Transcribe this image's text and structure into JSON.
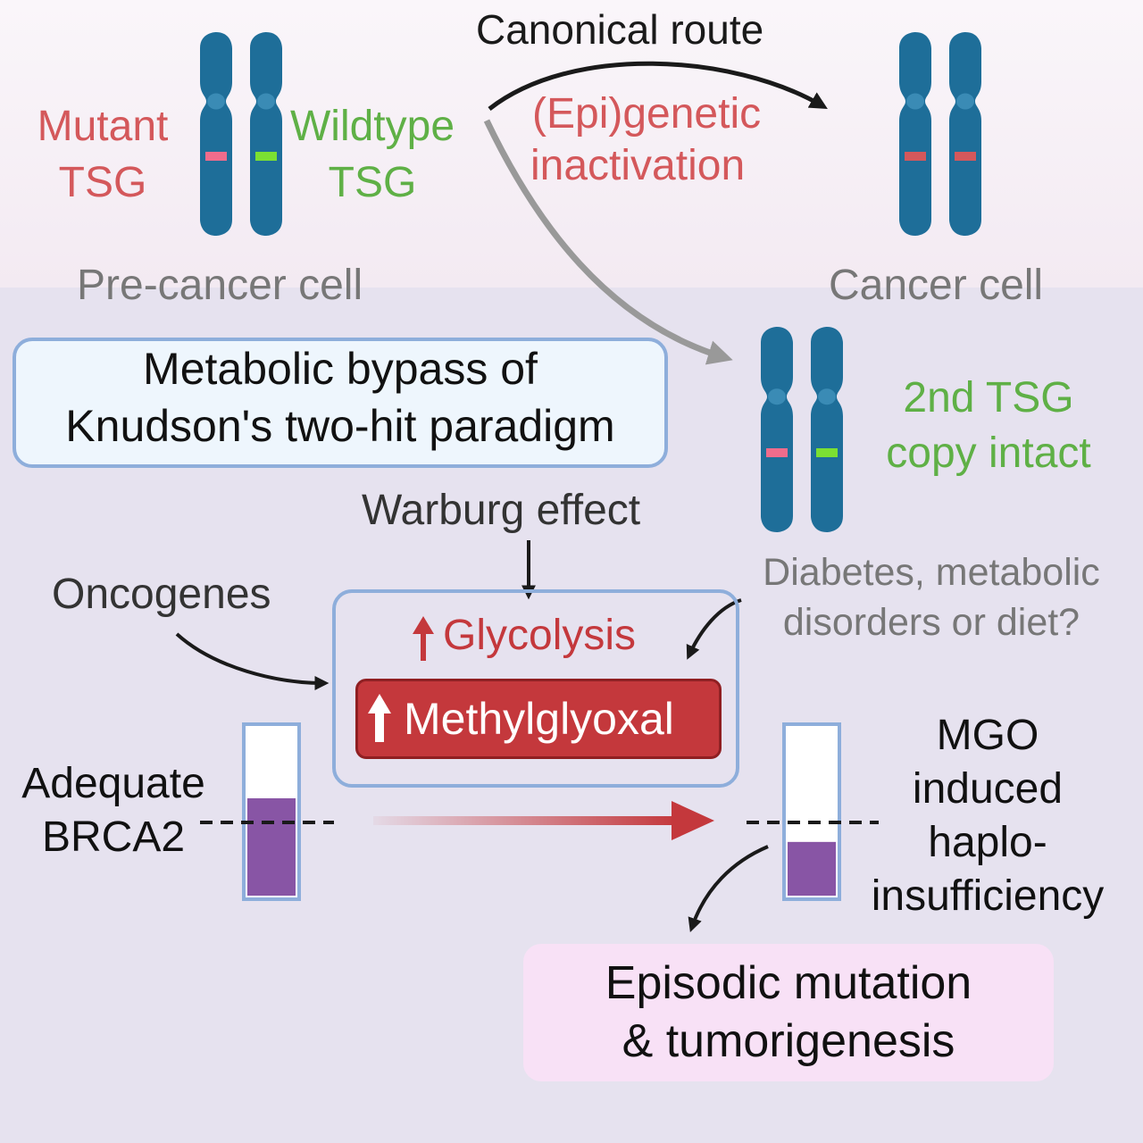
{
  "title": "Canonical route",
  "top": {
    "mutant_label": [
      "Mutant",
      "TSG"
    ],
    "wildtype_label": [
      "Wildtype",
      "TSG"
    ],
    "epigenetic_label": [
      "(Epi)genetic",
      "inactivation"
    ],
    "precancer_label": "Pre-cancer cell",
    "cancer_label": "Cancer cell"
  },
  "bypass_box": [
    "Metabolic bypass of",
    "Knudson's two-hit paradigm"
  ],
  "second_tsg_label": [
    "2nd TSG",
    "copy intact"
  ],
  "warburg_label": "Warburg effect",
  "oncogenes_label": "Oncogenes",
  "diabetes_label": [
    "Diabetes, metabolic",
    "disorders or diet?"
  ],
  "glycolysis_label": "Glycolysis",
  "methylglyoxal_label": "Methylglyoxal",
  "brca2_label": [
    "Adequate",
    "BRCA2"
  ],
  "mgo_label": [
    "MGO",
    "induced",
    "haplo-",
    "insufficiency"
  ],
  "episodic_label": [
    "Episodic mutation",
    "& tumorigenesis"
  ],
  "levels": {
    "adequate_fill": 0.58,
    "reduced_fill": 0.32
  },
  "colors": {
    "chromosome": "#1e6e99",
    "mutant": "#d4585b",
    "wildtype": "#5fb046",
    "green_band": "#7be032",
    "pink_band": "#ef6c8c",
    "bar_fill": "#8855a5",
    "gray_text": "#777777",
    "red": "#c4383c"
  }
}
